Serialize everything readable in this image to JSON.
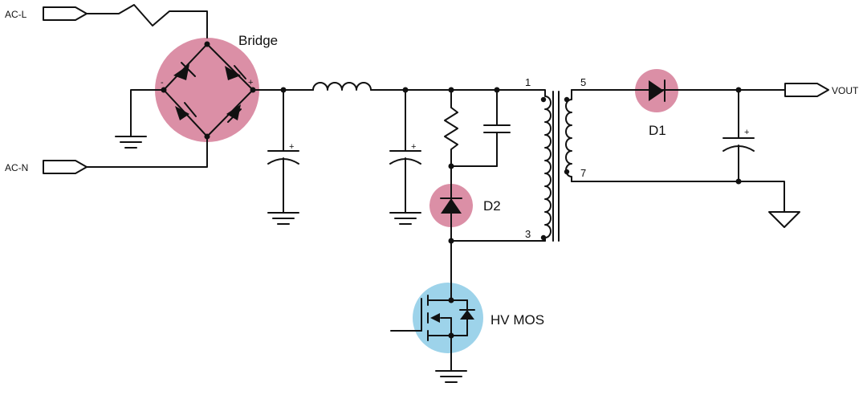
{
  "ports": {
    "acl": "AC-L",
    "acn": "AC-N",
    "vout": "VOUT"
  },
  "components": {
    "bridge": "Bridge",
    "d2": "D2",
    "d1": "D1",
    "mos": "HV MOS"
  },
  "pins": {
    "p1": "1",
    "p3": "3",
    "p5": "5",
    "p7": "7"
  },
  "polarity": {
    "minus": "-",
    "plus": "+"
  },
  "colors": {
    "highlight_pink": "#db8fa6",
    "highlight_blue": "#9dd3ea",
    "wire": "#111111"
  }
}
